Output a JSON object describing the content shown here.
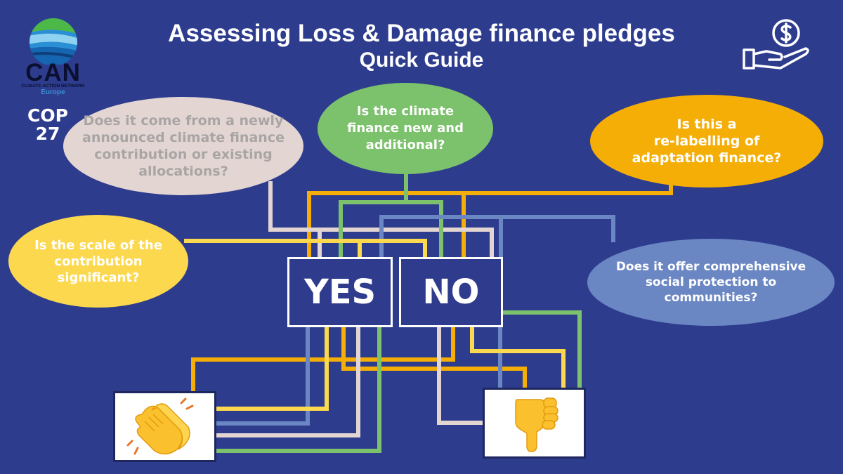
{
  "header": {
    "title": "Assessing Loss & Damage finance pledges",
    "subtitle": "Quick Guide"
  },
  "logo": {
    "name": "CAN",
    "tagline": "CLIMATE ACTION NETWORK",
    "region": "Europe"
  },
  "event": {
    "line1": "COP",
    "line2": "27"
  },
  "questions": {
    "source": {
      "lines": [
        "Does it come from a newly",
        "announced climate finance",
        "contribution or existing",
        "allocations?"
      ],
      "color": "#e3d6d2"
    },
    "new_additional": {
      "lines": [
        "Is the climate",
        "finance new and",
        "additional?"
      ],
      "color": "#7cc16b"
    },
    "relabelling": {
      "lines": [
        "Is this a",
        "re-labelling of",
        "adaptation finance?"
      ],
      "color": "#f4ae06"
    },
    "scale": {
      "lines": [
        "Is the scale of the",
        "contribution",
        "significant?"
      ],
      "color": "#fbd84e"
    },
    "social_protection": {
      "lines": [
        "Does it offer comprehensive",
        "social protection to",
        "communities?"
      ],
      "color": "#6a86c3"
    }
  },
  "answers": {
    "yes": "YES",
    "no": "NO"
  },
  "outcomes": {
    "positive_icon": "clapping-hands-icon",
    "negative_icon": "thumbs-down-icon"
  },
  "icons": {
    "header_icon": "hand-holding-dollar-icon"
  },
  "colors": {
    "background": "#2e3c8e",
    "gray": "#e3d6d2",
    "green": "#7cc16b",
    "orange": "#f4ae06",
    "yellow": "#fbd84e",
    "blue": "#6a86c3"
  }
}
